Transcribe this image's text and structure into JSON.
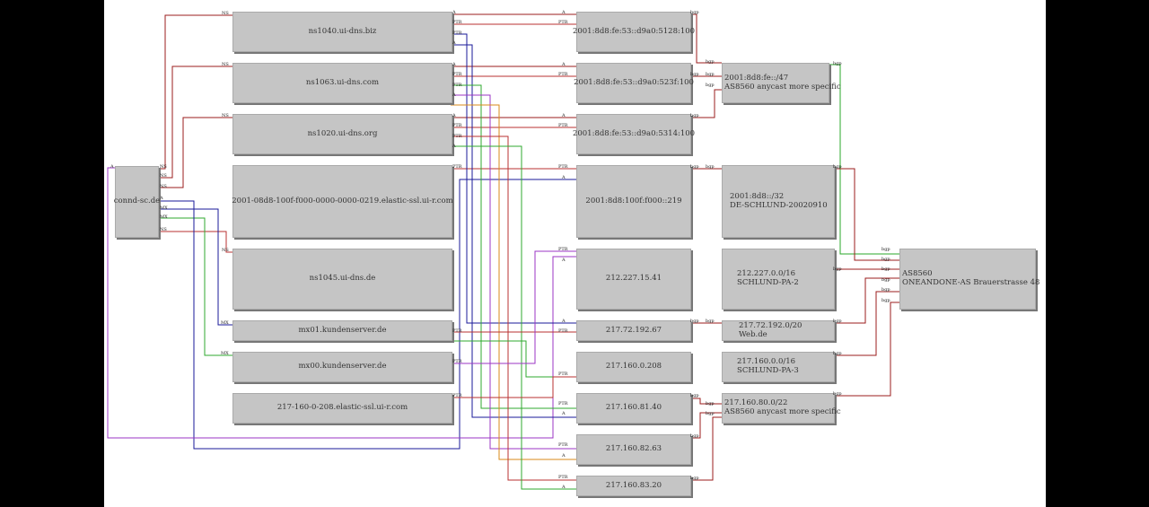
{
  "colors": {
    "NS": "#9b1c1c",
    "PTR": "#b83232",
    "A": "#4a2fb8",
    "MX": "#1a1a9a",
    "green": "#2faa2f",
    "orange": "#d98a1a",
    "purple": "#9b35c4",
    "bgp": "#9b1c1c",
    "bgp_green": "#28a828"
  },
  "nodes": [
    {
      "id": "connd",
      "label": "connd-sc.de"
    },
    {
      "id": "ns1040",
      "label": "ns1040.ui-dns.biz"
    },
    {
      "id": "ns1063",
      "label": "ns1063.ui-dns.com"
    },
    {
      "id": "ns1020",
      "label": "ns1020.ui-dns.org"
    },
    {
      "id": "host6",
      "label": "2001-08d8-100f-f000-0000-0000-0219.elastic-ssl.ui-r.com"
    },
    {
      "id": "ns1045",
      "label": "ns1045.ui-dns.de"
    },
    {
      "id": "mx01",
      "label": "mx01.kundenserver.de"
    },
    {
      "id": "mx00",
      "label": "mx00.kundenserver.de"
    },
    {
      "id": "host4",
      "label": "217-160-0-208.elastic-ssl.ui-r.com"
    },
    {
      "id": "ip6a",
      "label": "2001:8d8:fe:53::d9a0:5128:100"
    },
    {
      "id": "ip6b",
      "label": "2001:8d8:fe:53::d9a0:523f:100"
    },
    {
      "id": "ip6c",
      "label": "2001:8d8:fe:53::d9a0:5314:100"
    },
    {
      "id": "ip6d",
      "label": "2001:8d8:100f:f000::219"
    },
    {
      "id": "ip4a",
      "label": "212.227.15.41"
    },
    {
      "id": "ip4b",
      "label": "217.72.192.67"
    },
    {
      "id": "ip4c",
      "label": "217.160.0.208"
    },
    {
      "id": "ip4d",
      "label": "217.160.81.40"
    },
    {
      "id": "ip4e",
      "label": "217.160.82.63"
    },
    {
      "id": "ip4f",
      "label": "217.160.83.20"
    },
    {
      "id": "pfx1",
      "label": "2001:8d8:fe::/47\nAS8560 anycast more specific"
    },
    {
      "id": "pfx2",
      "label": "2001:8d8::/32\nDE-SCHLUND-20020910"
    },
    {
      "id": "pfx3",
      "label": "212.227.0.0/16\nSCHLUND-PA-2"
    },
    {
      "id": "pfx4",
      "label": "217.72.192.0/20\nWeb.de"
    },
    {
      "id": "pfx5",
      "label": "217.160.0.0/16\nSCHLUND-PA-3"
    },
    {
      "id": "pfx6",
      "label": "217.160.80.0/22\nAS8560 anycast more specific"
    },
    {
      "id": "as",
      "label": "AS8560\nONEANDONE-AS Brauerstrasse 48"
    }
  ],
  "edge_labels": {
    "ns": "NS",
    "a": "A",
    "ptr": "PTR",
    "mx": "MX",
    "bgp": "bgp"
  }
}
